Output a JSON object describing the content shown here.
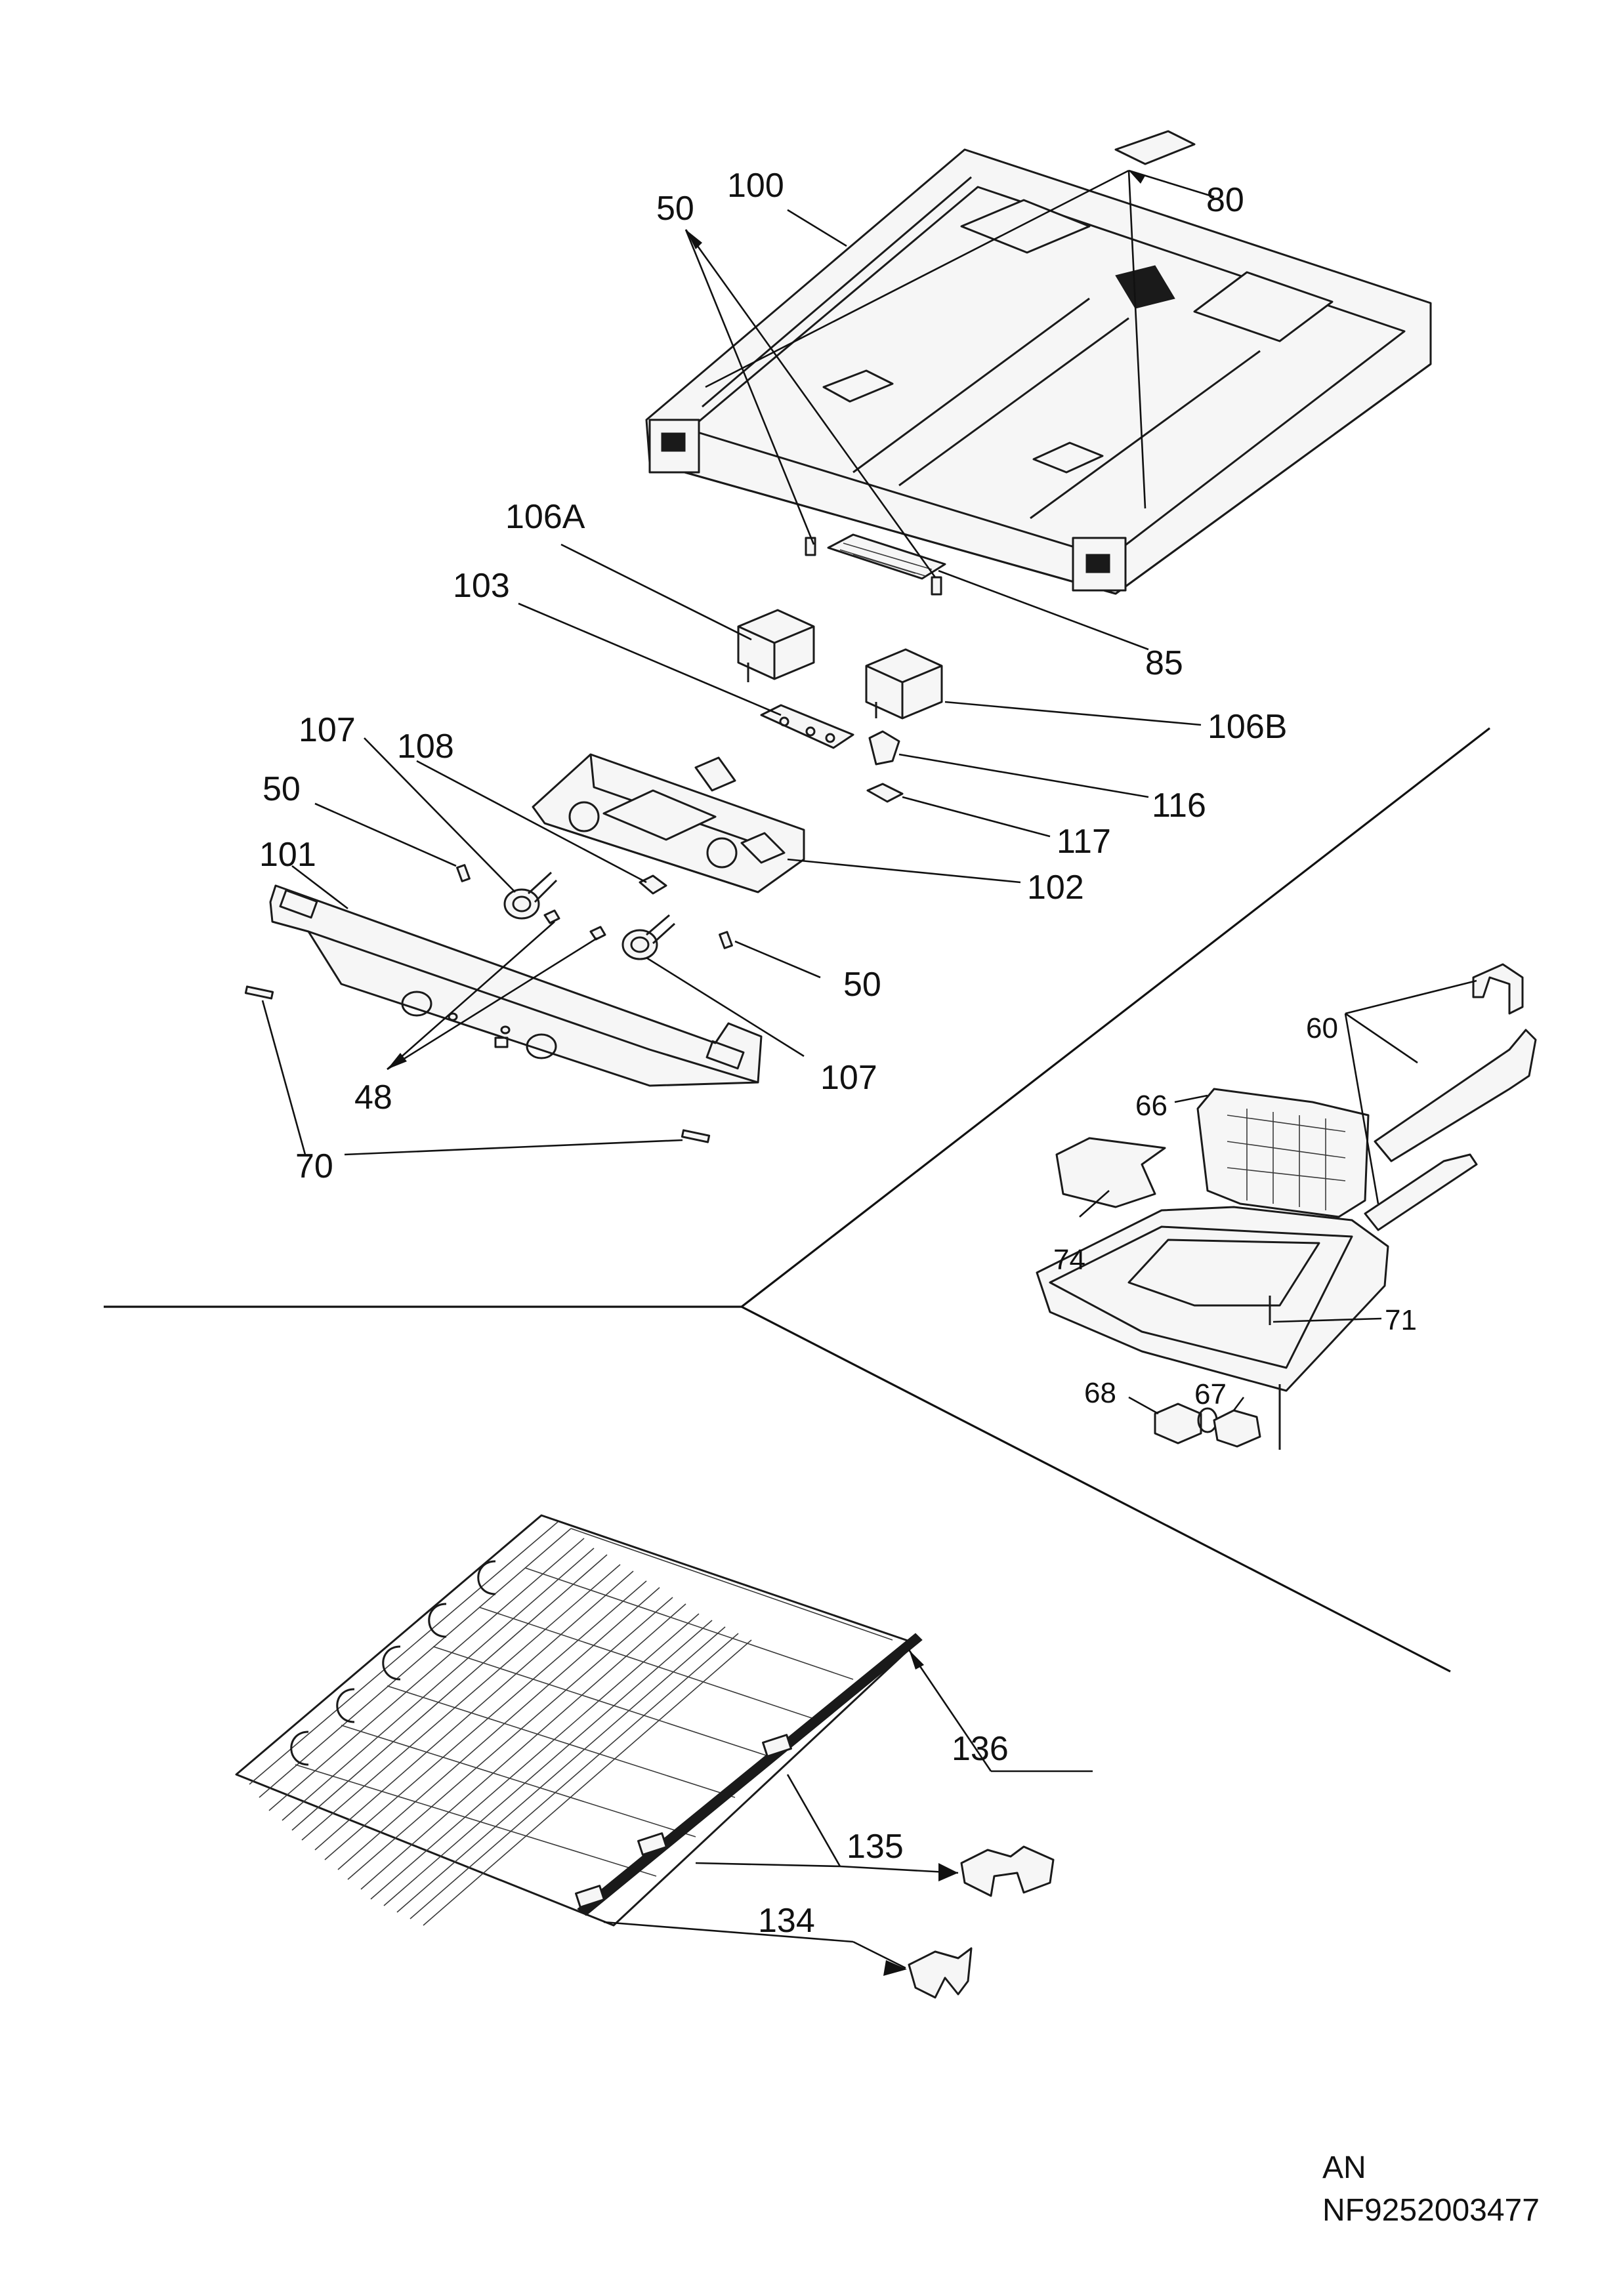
{
  "labels": {
    "l100": "100",
    "l50a": "50",
    "l80": "80",
    "l106a": "106A",
    "l103": "103",
    "l85": "85",
    "l106b": "106B",
    "l107a": "107",
    "l108": "108",
    "l50b": "50",
    "l116": "116",
    "l101": "101",
    "l117": "117",
    "l102": "102",
    "l50c": "50",
    "l107b": "107",
    "l48": "48",
    "l70": "70",
    "l60": "60",
    "l66": "66",
    "l74": "74",
    "l71": "71",
    "l68": "68",
    "l67": "67",
    "l136": "136",
    "l135": "135",
    "l134": "134"
  },
  "footer": {
    "line1": "AN",
    "line2": "NF9252003477"
  }
}
